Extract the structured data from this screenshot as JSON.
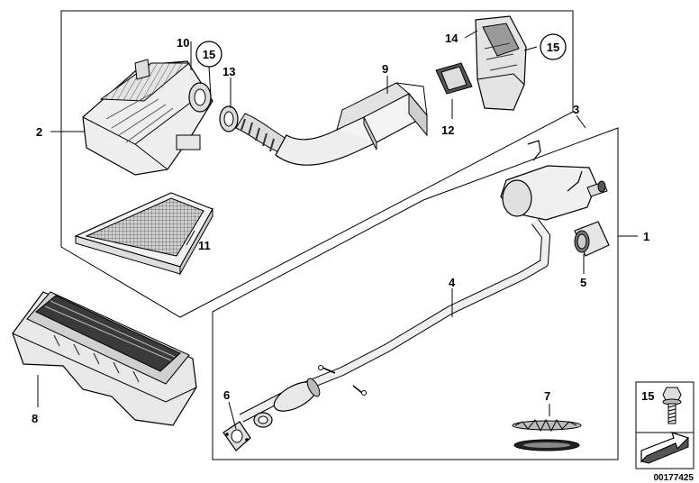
{
  "callouts": {
    "c1": "1",
    "c2": "2",
    "c3": "3",
    "c4": "4",
    "c5": "5",
    "c6": "6",
    "c7": "7",
    "c8": "8",
    "c9": "9",
    "c10": "10",
    "c11": "11",
    "c12": "12",
    "c13": "13",
    "c14": "14",
    "c15a": "15",
    "c15b": "15"
  },
  "legend": {
    "number": "15"
  },
  "footer": {
    "diagram_number": "00177425"
  },
  "colors": {
    "line": "#000000",
    "fill": "#ffffff",
    "part": "#e6e6e6",
    "dark": "#3a3a3a"
  }
}
